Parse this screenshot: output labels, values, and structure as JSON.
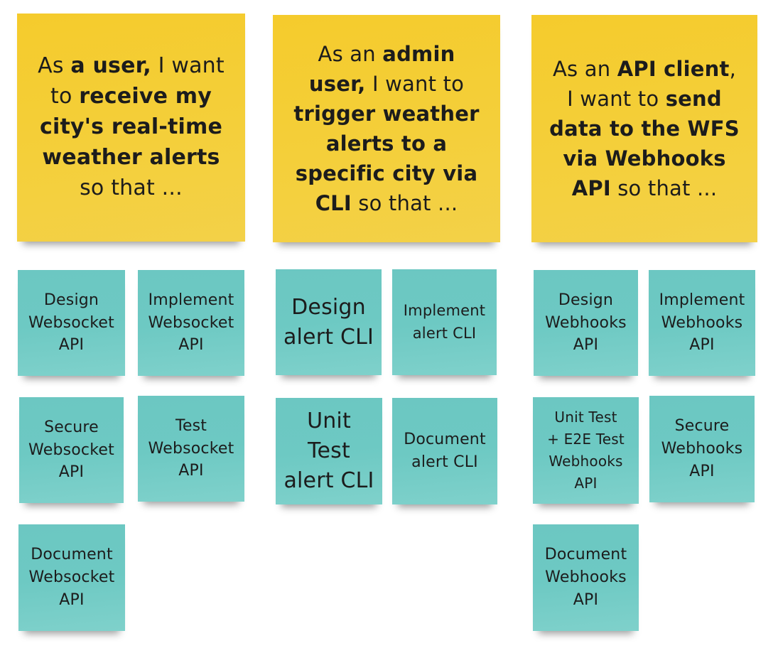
{
  "stories": {
    "user": {
      "p1": "As ",
      "b1": "a user,",
      "p2": " I want to ",
      "b2": "receive my city's real-time weather alerts",
      "p3": " so that ..."
    },
    "admin": {
      "p1": "As an ",
      "b1": "admin user,",
      "p2": " I want to ",
      "b2": "trigger weather alerts to a specific city via CLI",
      "p3": " so that ..."
    },
    "api": {
      "p1": "As an ",
      "b1": "API client",
      "p2": ", I want to ",
      "b2": "send data to the WFS via Webhooks API",
      "p3": " so that ..."
    }
  },
  "tasks": {
    "design_websocket": [
      "Design",
      "Websocket",
      "API"
    ],
    "implement_websocket": [
      "Implement",
      "Websocket",
      "API"
    ],
    "secure_websocket": [
      "Secure",
      "Websocket",
      "API"
    ],
    "test_websocket": [
      "Test",
      "Websocket",
      "API"
    ],
    "document_websocket": [
      "Document",
      "Websocket",
      "API"
    ],
    "design_cli": [
      "Design",
      "alert CLI"
    ],
    "implement_cli": [
      "Implement",
      "alert CLI"
    ],
    "unit_test_cli": [
      "Unit",
      "Test",
      "alert CLI"
    ],
    "document_cli": [
      "Document",
      "alert CLI"
    ],
    "design_webhooks": [
      "Design",
      "Webhooks",
      "API"
    ],
    "implement_webhooks": [
      "Implement",
      "Webhooks",
      "API"
    ],
    "test_webhooks": [
      "Unit Test",
      "+ E2E Test",
      "Webhooks",
      "API"
    ],
    "secure_webhooks": [
      "Secure",
      "Webhooks",
      "API"
    ],
    "document_webhooks": [
      "Document",
      "Webhooks",
      "API"
    ]
  },
  "colors": {
    "story_note": "#f5cd33",
    "task_note": "#6fc9c3",
    "text": "#1c1c1c"
  }
}
